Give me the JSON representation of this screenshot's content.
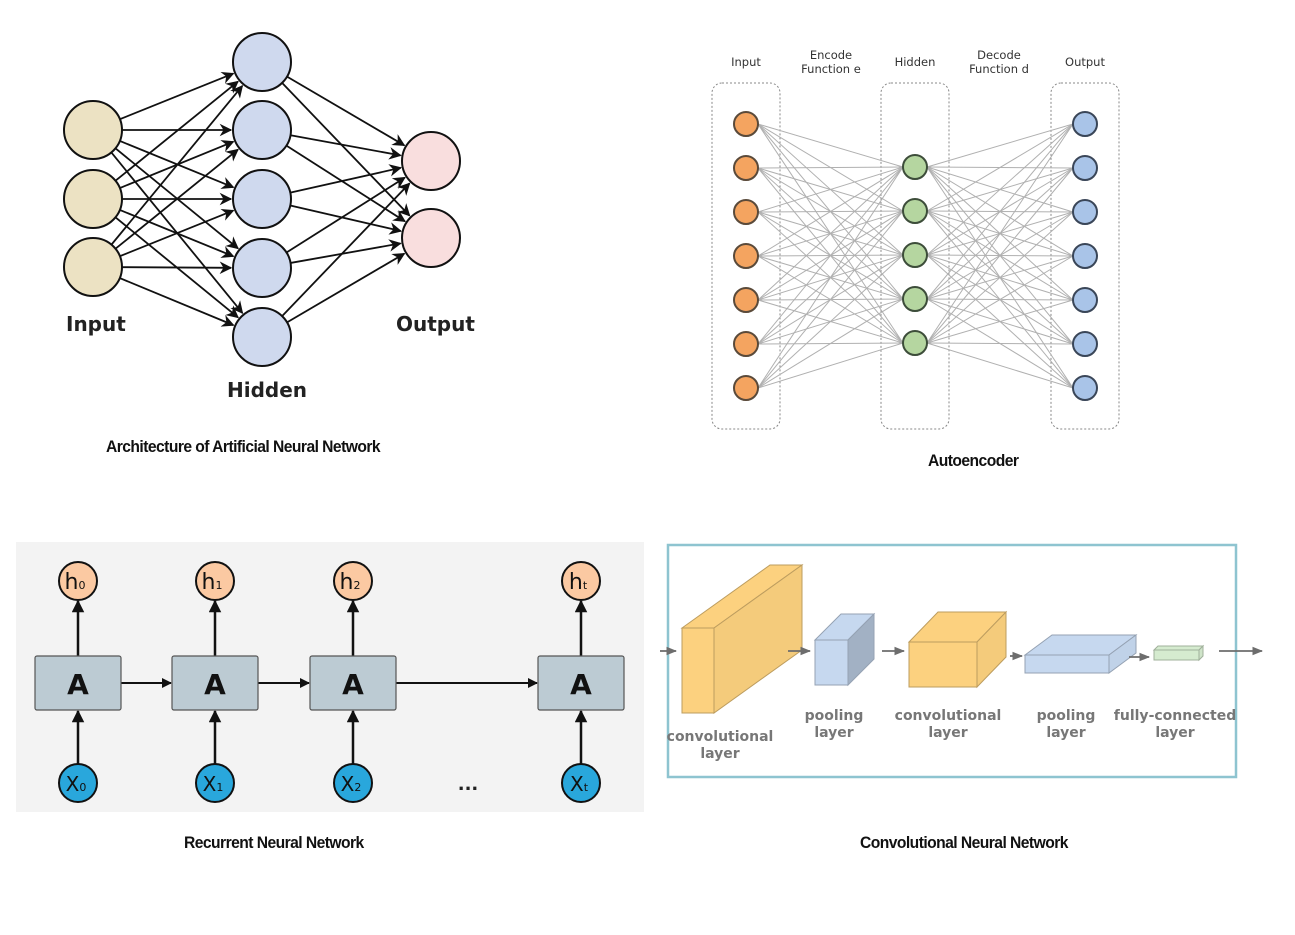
{
  "ann": {
    "caption": "Architecture of Artificial Neural Network",
    "labels": {
      "input": "Input",
      "hidden": "Hidden",
      "output": "Output"
    },
    "layers": {
      "input": 3,
      "hidden": 5,
      "output": 2
    },
    "colors": {
      "input": "#ece2c3",
      "hidden": "#cfd9ee",
      "output": "#f9dede",
      "stroke": "#111111"
    }
  },
  "autoencoder": {
    "caption": "Autoencoder",
    "labels": {
      "input": "Input",
      "encode_line1": "Encode",
      "encode_line2": "Function e",
      "hidden": "Hidden",
      "decode_line1": "Decode",
      "decode_line2": "Function d",
      "output": "Output"
    },
    "layers": {
      "input": 7,
      "hidden": 5,
      "output": 7
    },
    "colors": {
      "input": "#f4a460",
      "hidden": "#b5d6a0",
      "output": "#a9c4e8",
      "edge": "#b0b0b0"
    }
  },
  "rnn": {
    "caption": "Recurrent Neural Network",
    "cell_label": "A",
    "ellipsis": "...",
    "steps": [
      {
        "h": "h",
        "h_sub": "0",
        "x": "X",
        "x_sub": "0"
      },
      {
        "h": "h",
        "h_sub": "1",
        "x": "X",
        "x_sub": "1"
      },
      {
        "h": "h",
        "h_sub": "2",
        "x": "X",
        "x_sub": "2"
      },
      {
        "h": "h",
        "h_sub": "t",
        "x": "X",
        "x_sub": "t"
      }
    ],
    "colors": {
      "background": "#f3f3f3",
      "cell": "#bccbd3",
      "h": "#fbc9a2",
      "x": "#29a7dc"
    }
  },
  "cnn": {
    "caption": "Convolutional Neural Network",
    "layers": [
      {
        "line1": "convolutional",
        "line2": "layer",
        "color": "#fcd17f"
      },
      {
        "line1": "pooling",
        "line2": "layer",
        "color": "#c6d8ef"
      },
      {
        "line1": "convolutional",
        "line2": "layer",
        "color": "#fcd17f"
      },
      {
        "line1": "pooling",
        "line2": "layer",
        "color": "#c6d8ef"
      },
      {
        "line1": "fully-connected",
        "line2": "layer",
        "color": "#d5ebcf"
      }
    ],
    "colors": {
      "frame": "#8ec4d0",
      "text": "#777777",
      "arrow": "#6d6d6d"
    }
  }
}
